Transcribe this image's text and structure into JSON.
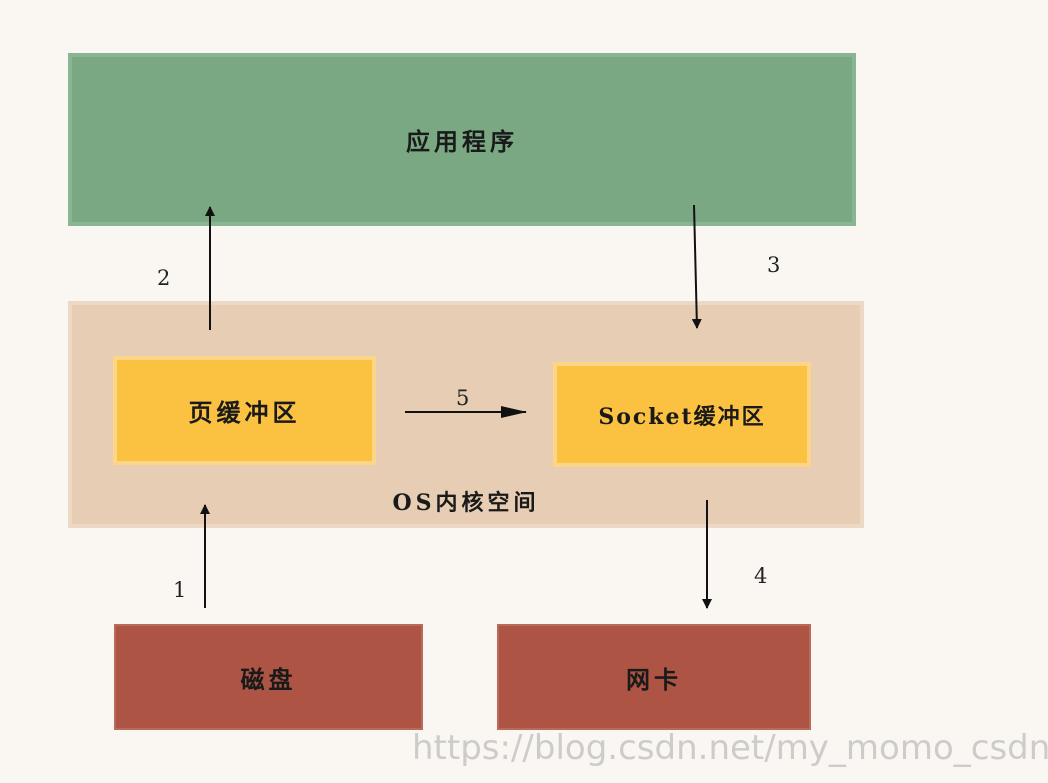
{
  "boxes": {
    "application": "应用程序",
    "kernel_space": "OS内核空间",
    "page_buffer": "页缓冲区",
    "socket_buffer": "Socket缓冲区",
    "disk": "磁盘",
    "nic": "网卡"
  },
  "arrows": {
    "step1": "1",
    "step2": "2",
    "step3": "3",
    "step4": "4",
    "step5": "5"
  },
  "colors": {
    "application": "#7aa882",
    "kernel": "#e6cdb3",
    "buffer": "#fbc241",
    "device": "#ad5444"
  },
  "watermark": "https://blog.csdn.net/my_momo_csdn"
}
